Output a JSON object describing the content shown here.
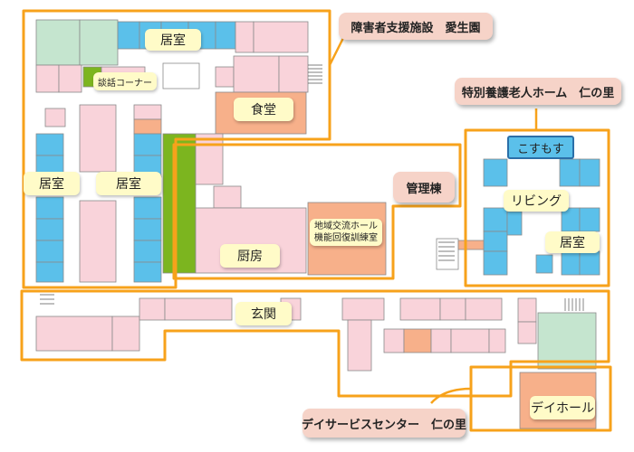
{
  "labels": {
    "kyoshitsu_top": "居室",
    "kyoshitsu_left": "居室",
    "kyoshitsu_mid": "居室",
    "kyoshitsu_right": "居室",
    "danwa": "談話コーナー",
    "shokudo": "食堂",
    "chubo": "厨房",
    "koryu": "地域交流ホール\n機能回復訓練室",
    "genkan": "玄関",
    "living": "リビング",
    "dayhall": "デイホール"
  },
  "tags": {
    "aiseien": "障害者支援施設　愛生園",
    "jinnosato_rojin": "特別養護老人ホーム　仁の里",
    "kanri": "管理棟",
    "kosumosu": "こすもす",
    "day_service": "デイサービスセンター　仁の里"
  },
  "colors": {
    "outline": "#f7a21b",
    "resident_room": "#5bc0ea",
    "common": "#f9d3da",
    "hall": "#f7b08a",
    "green": "#c5e5cf",
    "olive": "#7cb51f",
    "label_bg": "#fffbc8"
  }
}
